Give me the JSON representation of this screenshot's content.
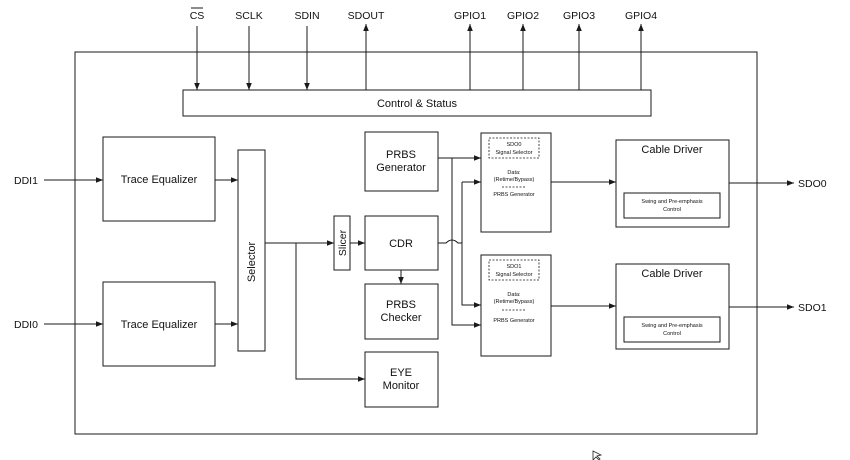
{
  "pins_top": {
    "cs": "CS",
    "sclk": "SCLK",
    "sdin": "SDIN",
    "sdout": "SDOUT",
    "gpio1": "GPIO1",
    "gpio2": "GPIO2",
    "gpio3": "GPIO3",
    "gpio4": "GPIO4"
  },
  "inputs": {
    "ddi1": "DDI1",
    "ddi0": "DDI0"
  },
  "outputs": {
    "sdo0": "SDO0",
    "sdo1": "SDO1"
  },
  "blocks": {
    "control_status": "Control & Status",
    "trace_eq_top": "Trace Equalizer",
    "trace_eq_bottom": "Trace Equalizer",
    "selector": "Selector",
    "slicer": "Slicer",
    "cdr": "CDR",
    "prbs_gen_l1": "PRBS",
    "prbs_gen_l2": "Generator",
    "prbs_chk_l1": "PRBS",
    "prbs_chk_l2": "Checker",
    "eye_l1": "EYE",
    "eye_l2": "Monitor",
    "mux0": {
      "sel_l1": "SDO0",
      "sel_l2": "Signal Selector",
      "data_l1": "Data:",
      "data_l2": "(Retime/Bypass)",
      "prbs": "PRBS Generator"
    },
    "mux1": {
      "sel_l1": "SDO1",
      "sel_l2": "Signal Selector",
      "data_l1": "Data:",
      "data_l2": "(Retime/Bypass)",
      "prbs": "PRBS Generator"
    },
    "driver0": {
      "title": "Cable Driver",
      "inner_l1": "Swing and Pre-emphasis",
      "inner_l2": "Control"
    },
    "driver1": {
      "title": "Cable Driver",
      "inner_l1": "Swing and Pre-emphasis",
      "inner_l2": "Control"
    }
  }
}
